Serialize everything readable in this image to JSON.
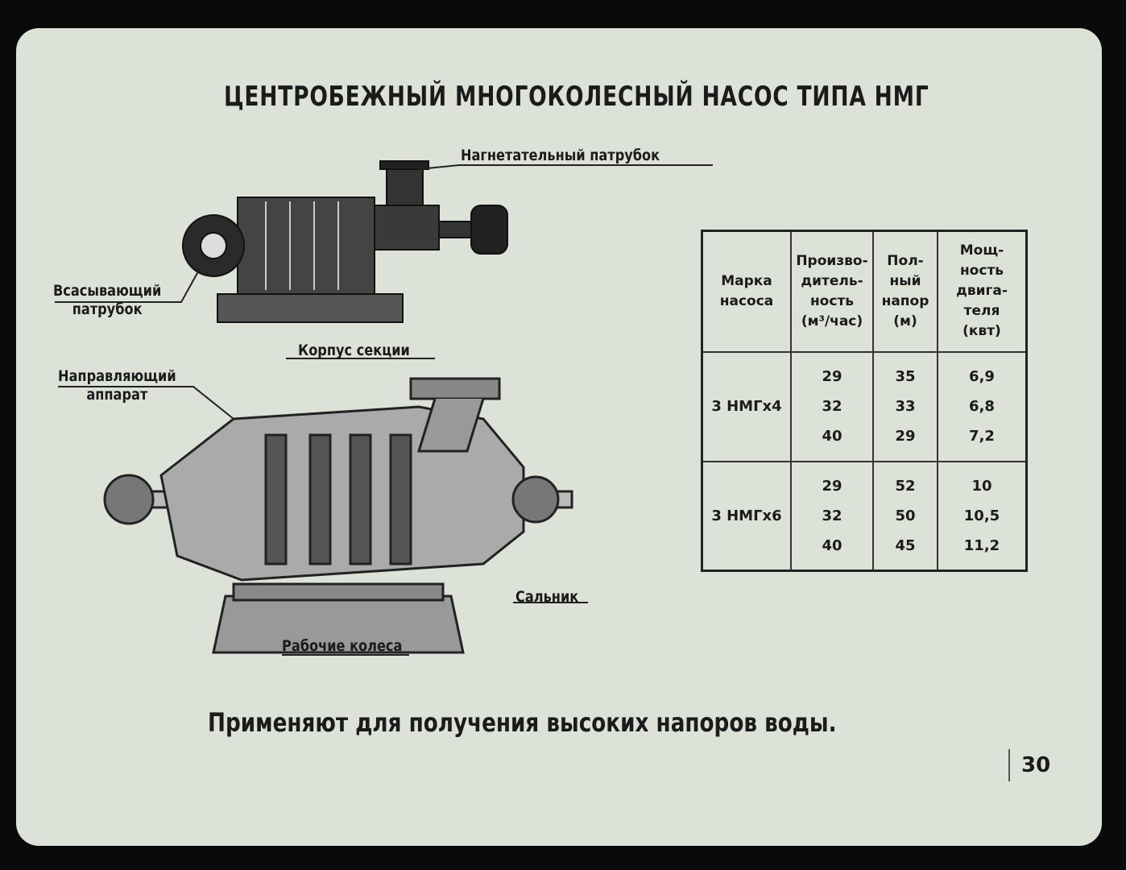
{
  "title": "ЦЕНТРОБЕЖНЫЙ МНОГОКОЛЕСНЫЙ НАСОС ТИПА НМГ",
  "labels": {
    "discharge": "Нагнетательный патрубок",
    "suction": "Всасывающий\nпатрубок",
    "section_body": "Корпус секции",
    "guide": "Направляющий\nаппарат",
    "gland": "Сальник",
    "impellers": "Рабочие колеса"
  },
  "table": {
    "headers": [
      "Марка насоса",
      "Произво-дитель-ность (м³/час)",
      "Пол-ный напор (м)",
      "Мощ-ность двига-теля (квт)"
    ],
    "header_lines": [
      [
        "Марка",
        "насоса"
      ],
      [
        "Произво-",
        "дитель-",
        "ность",
        "(м³/час)"
      ],
      [
        "Пол-",
        "ный",
        "напор",
        "(м)"
      ],
      [
        "Мощ-",
        "ность",
        "двига-",
        "теля",
        "(квт)"
      ]
    ],
    "rows": [
      {
        "model": "3 НМГх4",
        "capacity": [
          "29",
          "32",
          "40"
        ],
        "head": [
          "35",
          "33",
          "29"
        ],
        "power": [
          "6,9",
          "6,8",
          "7,2"
        ]
      },
      {
        "model": "3 НМГх6",
        "capacity": [
          "29",
          "32",
          "40"
        ],
        "head": [
          "52",
          "50",
          "45"
        ],
        "power": [
          "10",
          "10,5",
          "11,2"
        ]
      }
    ]
  },
  "caption": "Применяют для получения высоких напоров воды.",
  "page_number": "30"
}
